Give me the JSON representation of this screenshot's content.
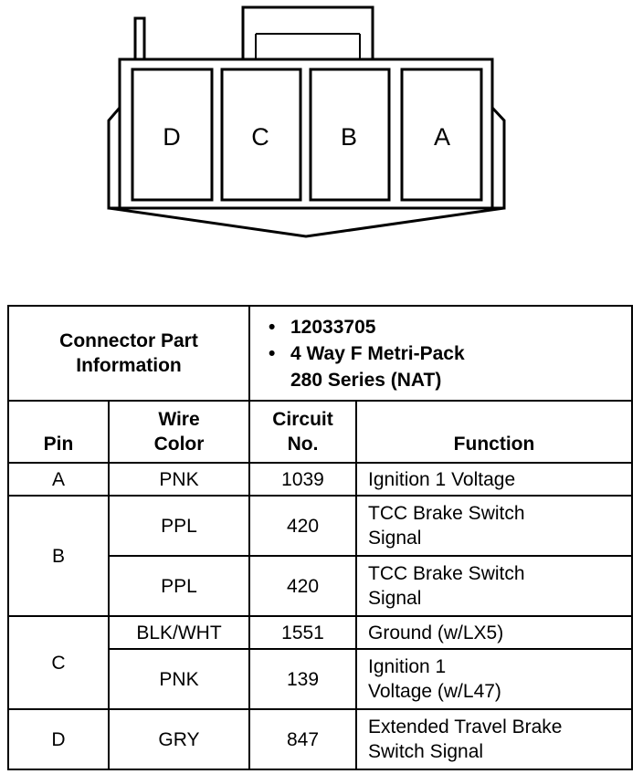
{
  "connector": {
    "pins": [
      "D",
      "C",
      "B",
      "A"
    ]
  },
  "part_info": {
    "label_line1": "Connector Part",
    "label_line2": "Information",
    "part_number": "12033705",
    "description_line1": "4 Way F Metri-Pack",
    "description_line2": "280 Series (NAT)"
  },
  "columns": {
    "pin": "Pin",
    "wire_line1": "Wire",
    "wire_line2": "Color",
    "circuit_line1": "Circuit",
    "circuit_line2": "No.",
    "function": "Function"
  },
  "rows": [
    {
      "pin": "A",
      "color": "PNK",
      "circuit": "1039",
      "function_line1": "Ignition 1 Voltage",
      "function_line2": ""
    },
    {
      "pin": "B",
      "color": "PPL",
      "circuit": "420",
      "function_line1": "TCC Brake Switch",
      "function_line2": "Signal"
    },
    {
      "pin": "",
      "color": "PPL",
      "circuit": "420",
      "function_line1": "TCC Brake Switch",
      "function_line2": "Signal"
    },
    {
      "pin": "C",
      "color": "BLK/WHT",
      "circuit": "1551",
      "function_line1": "Ground (w/LX5)",
      "function_line2": ""
    },
    {
      "pin": "",
      "color": "PNK",
      "circuit": "139",
      "function_line1": "Ignition 1",
      "function_line2": "Voltage (w/L47)"
    },
    {
      "pin": "D",
      "color": "GRY",
      "circuit": "847",
      "function_line1": "Extended Travel Brake",
      "function_line2": "Switch Signal"
    }
  ]
}
